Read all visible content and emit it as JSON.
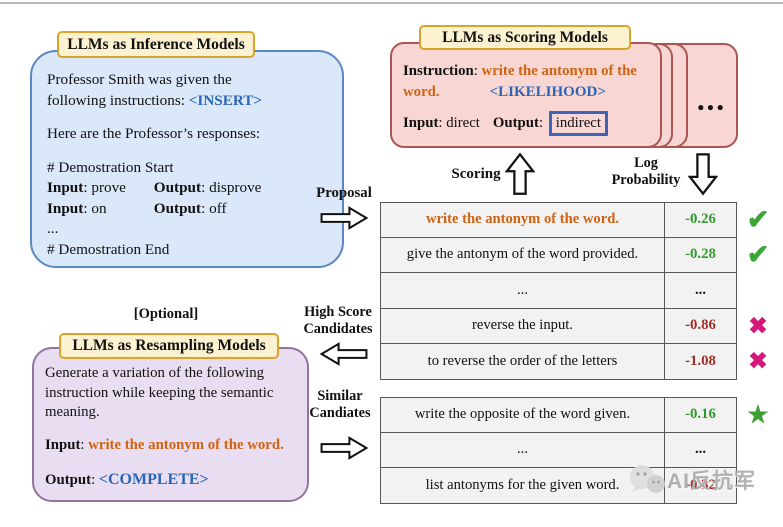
{
  "colors": {
    "blue_panel_fill": "#dbe8f9",
    "blue_panel_border": "#5b87c4",
    "pink_card_fill": "#f7d6d3",
    "pink_card_border": "#ab5653",
    "purple_panel_fill": "#e9def1",
    "purple_panel_border": "#94729f",
    "badge_fill": "#fcf2d1",
    "badge_border": "#d9a42a",
    "table_fill": "#f2f2f2",
    "table_border": "#575757",
    "accent_orange": "#cf6314",
    "accent_blue": "#2b66b5",
    "score_green": "#2f9b2a",
    "score_red": "#a32e27",
    "check_green": "#3aa635",
    "cross_magenta": "#d41778",
    "star_green": "#3f9e35"
  },
  "inference_box": {
    "title": "LLMs as Inference Models",
    "line_professor": "Professor Smith was given the",
    "line_following": "following instructions: ",
    "insert_token": "<INSERT>",
    "line_responses": "Here are the Professor’s responses:",
    "demo_start": "# Demostration Start",
    "io_rows": [
      {
        "in_label": "Input",
        "in_value": "prove",
        "out_label": "Output",
        "out_value": "disprove"
      },
      {
        "in_label": "Input",
        "in_value": "on",
        "out_label": "Output",
        "out_value": "off"
      }
    ],
    "ellipsis": "...",
    "demo_end": "# Demostration End",
    "colon": ": "
  },
  "scoring_box": {
    "title": "LLMs as Scoring Models",
    "instruction_label": "Instruction",
    "instruction_line1": "write the antonym of the",
    "instruction_line2": "word.",
    "likelihood_token": "<LIKELIHOOD>",
    "input_label": "Input",
    "input_value": "direct",
    "output_label": "Output",
    "output_value": "indirect",
    "stack_dots": "•••",
    "colon": ": "
  },
  "resampling_box": {
    "optional_label": "[Optional]",
    "title": "LLMs as Resampling Models",
    "body": "Generate a variation of the following instruction while keeping the semantic meaning.",
    "input_label": "Input",
    "input_value": "write the antonym of the word.",
    "output_label": "Output",
    "output_value": "<COMPLETE>",
    "colon": ": "
  },
  "flow_labels": {
    "proposal": "Proposal",
    "scoring": "Scoring",
    "log_probability_line1": "Log",
    "log_probability_line2": "Probability",
    "high_score_line1": "High Score",
    "high_score_line2": "Candidates",
    "similar_line1": "Similar",
    "similar_line2": "Candiates"
  },
  "score_table": {
    "rows": [
      {
        "text": "write the antonym of the word.",
        "score": "-0.26",
        "tone": "green",
        "mark": "check",
        "highlight": true
      },
      {
        "text": "give the antonym of the word provided.",
        "score": "-0.28",
        "tone": "green",
        "mark": "check",
        "highlight": false
      },
      {
        "text": "...",
        "score": "...",
        "tone": "plain",
        "mark": "none",
        "highlight": false
      },
      {
        "text": "reverse the input.",
        "score": "-0.86",
        "tone": "red",
        "mark": "cross",
        "highlight": false
      },
      {
        "text": "to reverse the order of the letters",
        "score": "-1.08",
        "tone": "red",
        "mark": "cross",
        "highlight": false
      }
    ]
  },
  "similar_table": {
    "rows": [
      {
        "text": "write the opposite of the word given.",
        "score": "-0.16",
        "tone": "green",
        "mark": "star",
        "highlight": false
      },
      {
        "text": "...",
        "score": "...",
        "tone": "plain",
        "mark": "none",
        "highlight": false
      },
      {
        "text": "list antonyms for the given word.",
        "score": "-0.32",
        "tone": "red",
        "mark": "none",
        "highlight": false
      }
    ]
  },
  "mark_glyphs": {
    "check": "✔",
    "cross": "✖",
    "star": "★"
  },
  "watermark": {
    "text": "AI反抗军"
  }
}
